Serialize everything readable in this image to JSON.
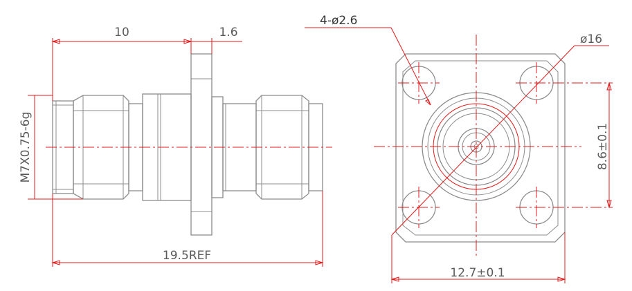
{
  "dimensions": {
    "length_10": "10",
    "flange_thickness": "1.6",
    "thread": "M7X0.75-6g",
    "overall_length": "19.5REF",
    "mounting_holes": "4-ø2.6",
    "flange_diameter": "ø16",
    "hole_spacing_vertical": "8.6±0.1",
    "flange_width": "12.7±0.1"
  },
  "colors": {
    "outline": "#8c8c8c",
    "dimension": "#e0191b",
    "text": "#5a5a5a"
  }
}
